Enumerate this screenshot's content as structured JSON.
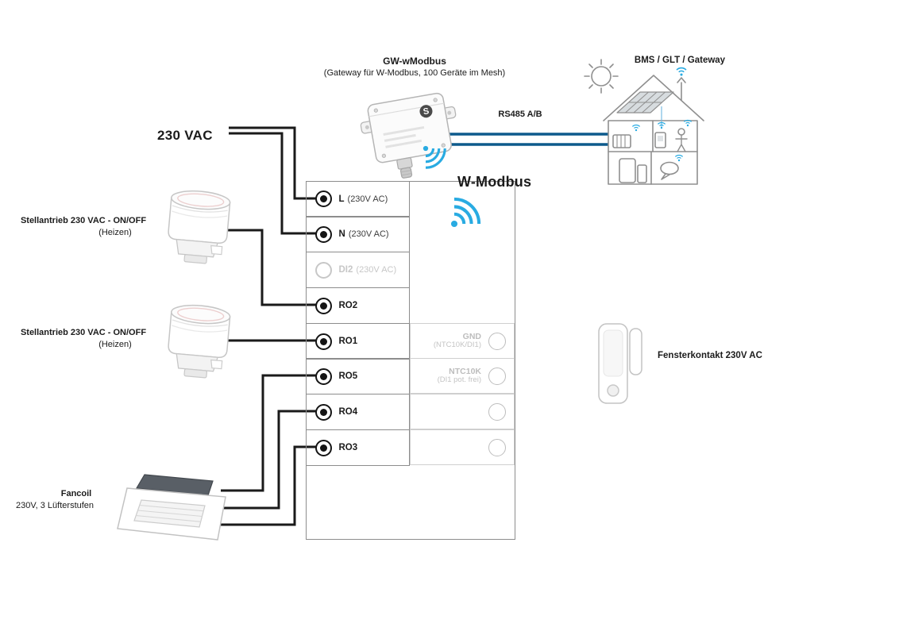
{
  "colors": {
    "wire": "#1a1a1a",
    "rs485_line": "#0d5a8c",
    "wifi": "#29abe2",
    "inactive_gray": "#c7c7c7",
    "block_outline": "#8d8d8d"
  },
  "gateway": {
    "title": "GW-wModbus",
    "subtitle": "(Gateway für W-Modbus, 100 Geräte im Mesh)",
    "logo_letter": "S"
  },
  "bms": {
    "label": "BMS / GLT / Gateway"
  },
  "rs485": {
    "label": "RS485 A/B"
  },
  "power": {
    "label": "230 VAC"
  },
  "wireless": {
    "label": "W-Modbus"
  },
  "actuator1": {
    "line1": "Stellantrieb 230 VAC - ON/OFF",
    "line2": "(Heizen)"
  },
  "actuator2": {
    "line1": "Stellantrieb 230 VAC - ON/OFF",
    "line2": "(Heizen)"
  },
  "fancoil": {
    "line1": "Fancoil",
    "line2": "230V, 3 Lüfterstufen"
  },
  "window_contact": {
    "label": "Fensterkontakt 230V AC"
  },
  "terminals": {
    "left": [
      {
        "label": "L",
        "suffix": "(230V AC)",
        "active": true
      },
      {
        "label": "N",
        "suffix": "(230V AC)",
        "active": true
      },
      {
        "label": "DI2",
        "suffix": "(230V AC)",
        "active": false
      },
      {
        "label": "RO2",
        "suffix": "",
        "active": true
      },
      {
        "label": "RO1",
        "suffix": "",
        "active": true
      },
      {
        "label": "RO5",
        "suffix": "",
        "active": true
      },
      {
        "label": "RO4",
        "suffix": "",
        "active": true
      },
      {
        "label": "RO3",
        "suffix": "",
        "active": true
      }
    ],
    "right": [
      {
        "line1": "GND",
        "line2": "(NTC10K/DI1)"
      },
      {
        "line1": "NTC10K",
        "line2": "(DI1 pot. frei)"
      },
      {
        "line1": "",
        "line2": ""
      },
      {
        "line1": "",
        "line2": ""
      }
    ]
  },
  "icons": {
    "wifi": "wifi-arcs",
    "sun": "sun-with-rays",
    "terminal_active": "ring-with-dot",
    "terminal_inactive": "outline-circle"
  }
}
